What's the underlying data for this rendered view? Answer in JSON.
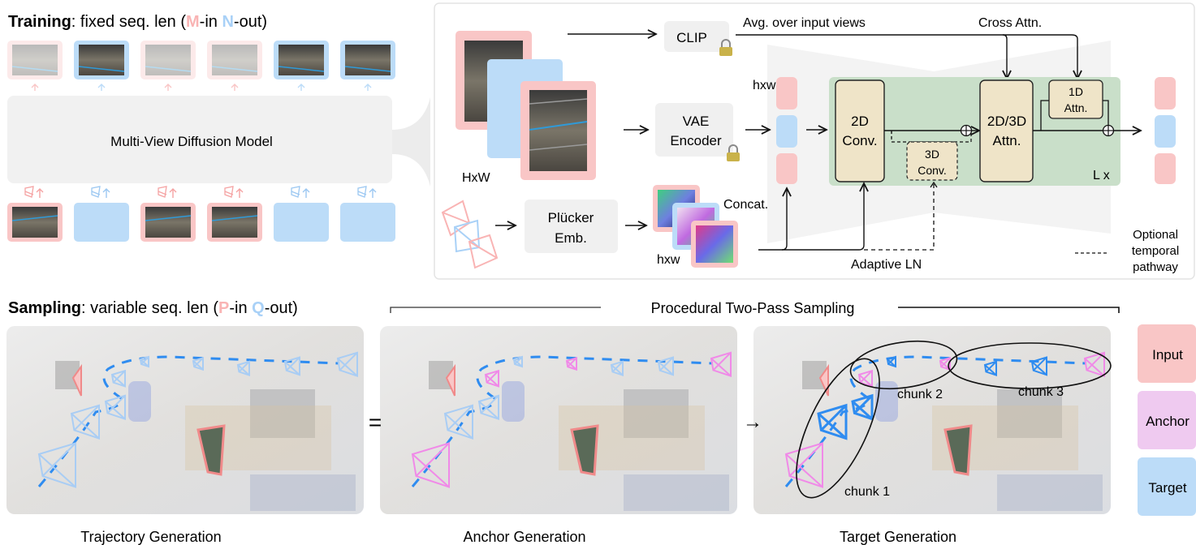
{
  "training": {
    "title_bold": "Training",
    "title_rest_1": ": fixed seq. len (",
    "title_m": "M",
    "title_rest_2": "-in ",
    "title_n": "N",
    "title_rest_3": "-out)",
    "model_label": "Multi-View Diffusion Model",
    "views": [
      "input",
      "target",
      "input",
      "input",
      "target",
      "target"
    ]
  },
  "architecture": {
    "clip_label": "CLIP",
    "vae_label_1": "VAE",
    "vae_label_2": "Encoder",
    "plucker_label_1": "Plücker",
    "plucker_label_2": "Emb.",
    "image_size_label": "HxW",
    "latent_size_label": "hxw",
    "plucker_size_label": "hxw",
    "avg_label": "Avg. over input views",
    "cross_attn_label": "Cross Attn.",
    "concat_label": "Concat.",
    "adaptive_ln_label": "Adaptive LN",
    "conv2d_label_1": "2D",
    "conv2d_label_2": "Conv.",
    "conv3d_label_1": "3D",
    "conv3d_label_2": "Conv.",
    "attn_label_1": "2D/3D",
    "attn_label_2": "Attn.",
    "attn1d_label_1": "1D",
    "attn1d_label_2": "Attn.",
    "repeat_label": "L x",
    "legend_dashed_1": "Optional",
    "legend_dashed_2": "temporal",
    "legend_dashed_3": "pathway"
  },
  "sampling": {
    "title_bold": "Sampling",
    "title_rest_1": ": variable seq. len (",
    "title_p": "P",
    "title_rest_2": "-in ",
    "title_q": "Q",
    "title_rest_3": "-out)",
    "procedure_label": "Procedural Two-Pass Sampling",
    "panels": [
      {
        "caption": "Trajectory Generation"
      },
      {
        "caption": "Anchor Generation"
      },
      {
        "caption": "Target Generation"
      }
    ],
    "equals_symbol": "=",
    "arrow_symbol": "→",
    "chunks": [
      "chunk 1",
      "chunk 2",
      "chunk 3"
    ]
  },
  "legend": {
    "items": [
      {
        "label": "Input",
        "color": "#f9c6c6"
      },
      {
        "label": "Anchor",
        "color": "#efcaf0"
      },
      {
        "label": "Target",
        "color": "#bcdcf8"
      }
    ]
  },
  "colors": {
    "input": "#f9c6c6",
    "target": "#bcdcf8",
    "anchor": "#f08ae8",
    "trajectory": "#2f8cf0",
    "block_bg": "#c9dfc9",
    "module_fill": "#efe4c8",
    "gray_box": "#f0f0f0"
  }
}
